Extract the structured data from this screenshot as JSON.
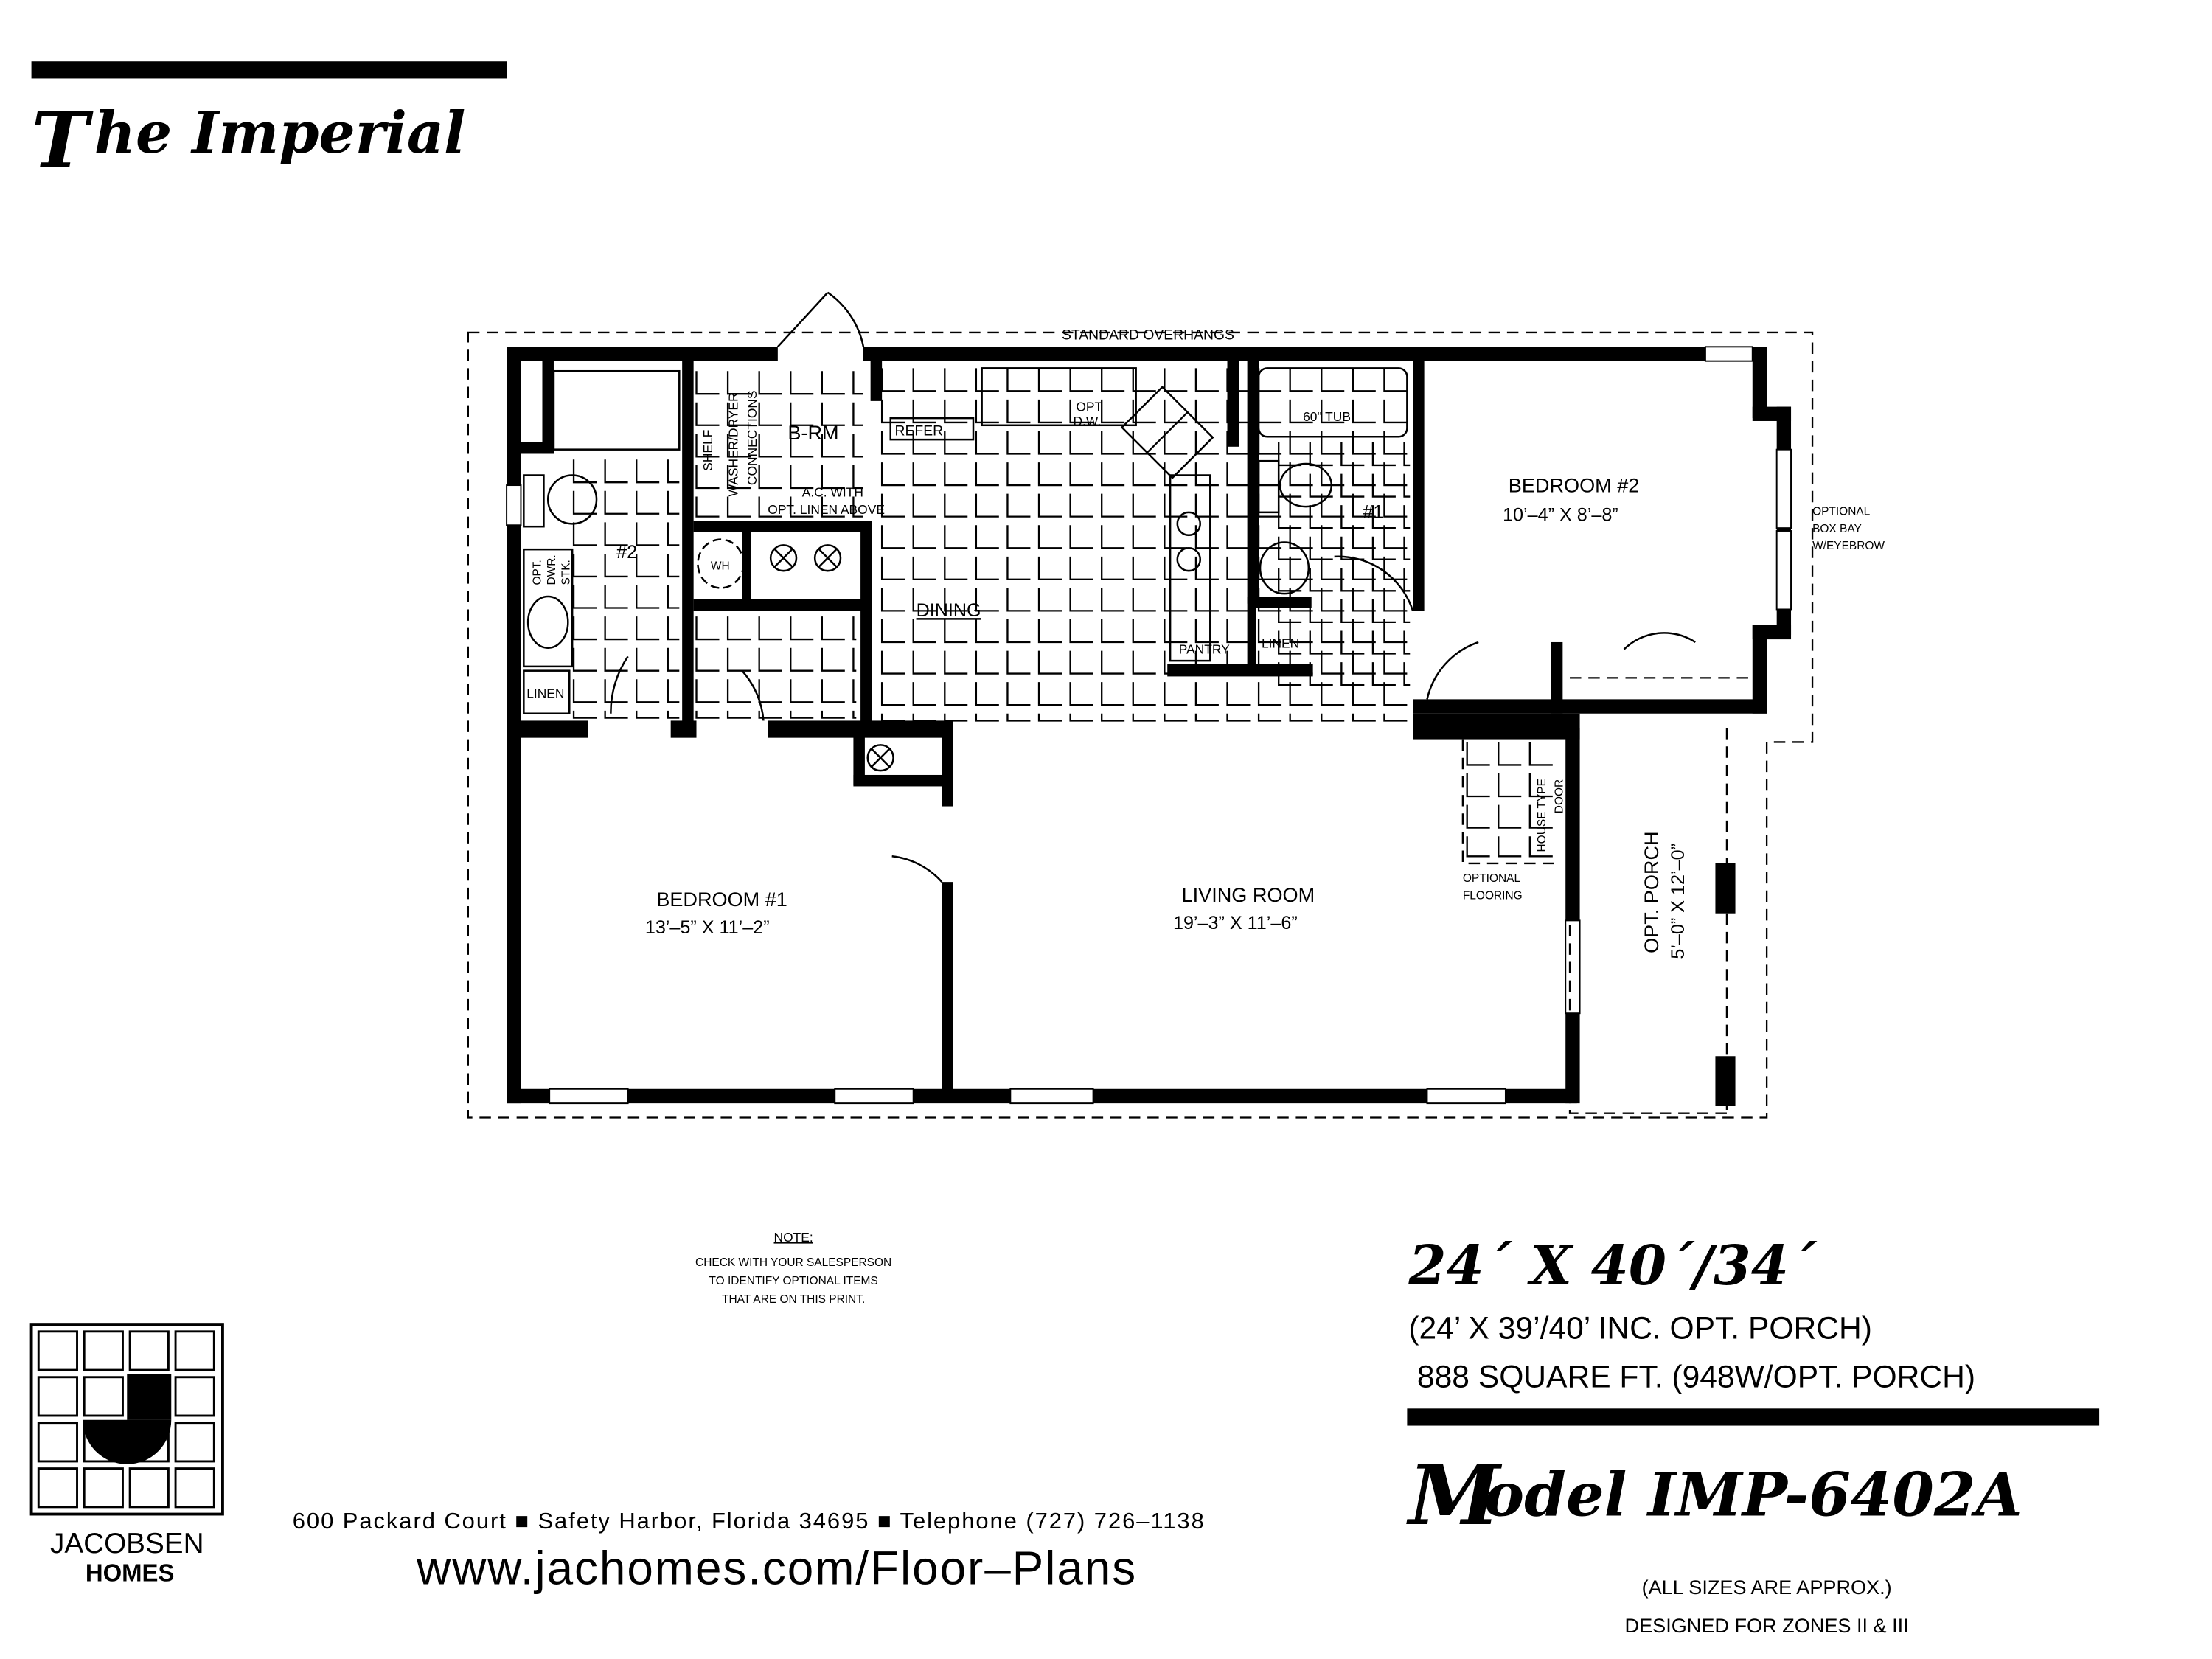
{
  "header": {
    "title_initial": "T",
    "title_rest": "he Imperial"
  },
  "plan": {
    "standard_overhangs": "STANDARD OVERHANGS",
    "bedroom1": {
      "name": "BEDROOM #1",
      "size": "13’–5” X 11’–2”"
    },
    "bedroom2": {
      "name": "BEDROOM #2",
      "size": "10’–4” X 8’–8”"
    },
    "living": {
      "name": "LIVING ROOM",
      "size": "19’–3” X 11’–6”"
    },
    "dining": "DINING",
    "brm": "B-RM",
    "shelf": "SHELF",
    "washer_1": "WASHER/DRYER",
    "washer_2": "CONNECTIONS",
    "ac_1": "A.C. WITH",
    "ac_2": "OPT. LINEN ABOVE",
    "refer": "REFER",
    "opt_dw_1": "OPT",
    "opt_dw_2": "D.W.",
    "tub": "60\" TUB",
    "bath1": "#1",
    "bath2": "#2",
    "wh": "WH",
    "opt_dwr_1": "OPT.",
    "opt_dwr_2": "DWR.",
    "opt_dwr_3": "STK.",
    "linen": "LINEN",
    "linen2": "LINEN",
    "pantry": "PANTRY",
    "box_bay_1": "OPTIONAL",
    "box_bay_2": "BOX BAY",
    "box_bay_3": "W/EYEBROW",
    "house_door_1": "HOUSE TYPE",
    "house_door_2": "DOOR",
    "opt_flooring_1": "OPTIONAL",
    "opt_flooring_2": "FLOORING",
    "porch_name": "OPT. PORCH",
    "porch_size": "5’–0” X 12’–0”"
  },
  "note": {
    "title": "NOTE:",
    "line1": "CHECK WITH YOUR SALESPERSON",
    "line2": "TO IDENTIFY OPTIONAL ITEMS",
    "line3": "THAT ARE ON THIS PRINT."
  },
  "specs": {
    "dimensions": "24´ X 40´/34´",
    "inc_porch": "(24’ X 39’/40’ INC. OPT. PORCH)",
    "sqft": "888 SQUARE FT. (948W/OPT. PORCH)",
    "model_initial": "M",
    "model_rest": "odel IMP-6402A",
    "approx": "(ALL SIZES ARE APPROX.)",
    "zones": "DESIGNED FOR ZONES II & III"
  },
  "company": {
    "logo_name_1": "JACOBSEN",
    "logo_name_2": "HOMES",
    "address": "600 Packard Court ■ Safety Harbor, Florida 34695 ■ Telephone (727) 726–1138",
    "website": "www.jachomes.com/Floor–Plans"
  }
}
